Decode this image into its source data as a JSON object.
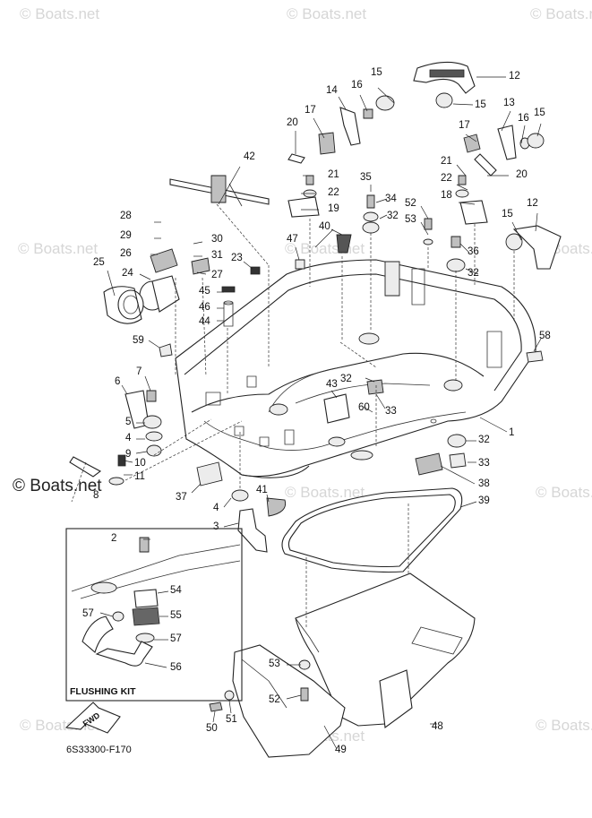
{
  "watermark": "© Boats.net",
  "diagram": {
    "figure_code": "6S33300-F170",
    "kit_title": "FLUSHING KIT",
    "fwd_label": "FWD",
    "callouts": {
      "c1": "1",
      "c2": "2",
      "c3": "3",
      "c4a": "4",
      "c4b": "4",
      "c5": "5",
      "c6": "6",
      "c7": "7",
      "c8": "8",
      "c9": "9",
      "c10": "10",
      "c11": "11",
      "c12a": "12",
      "c12b": "12",
      "c13": "13",
      "c14": "14",
      "c15a": "15",
      "c15b": "15",
      "c15c": "15",
      "c15d": "15",
      "c16a": "16",
      "c16b": "16",
      "c17a": "17",
      "c17b": "17",
      "c18": "18",
      "c19": "19",
      "c20a": "20",
      "c20b": "20",
      "c21a": "21",
      "c21b": "21",
      "c22a": "22",
      "c22b": "22",
      "c23": "23",
      "c24": "24",
      "c25": "25",
      "c26": "26",
      "c27": "27",
      "c28": "28",
      "c29": "29",
      "c30": "30",
      "c31": "31",
      "c32a": "32",
      "c32b": "32",
      "c32c": "32",
      "c32d": "32",
      "c33a": "33",
      "c33b": "33",
      "c34": "34",
      "c35": "35",
      "c36": "36",
      "c37": "37",
      "c38": "38",
      "c39": "39",
      "c40": "40",
      "c41": "41",
      "c42": "42",
      "c43": "43",
      "c44": "44",
      "c45": "45",
      "c46": "46",
      "c47": "47",
      "c48": "48",
      "c49": "49",
      "c50": "50",
      "c51": "51",
      "c52a": "52",
      "c52b": "52",
      "c53a": "53",
      "c53b": "53",
      "c54": "54",
      "c55": "55",
      "c56": "56",
      "c57a": "57",
      "c57b": "57",
      "c58": "58",
      "c59": "59",
      "c60": "60"
    }
  }
}
